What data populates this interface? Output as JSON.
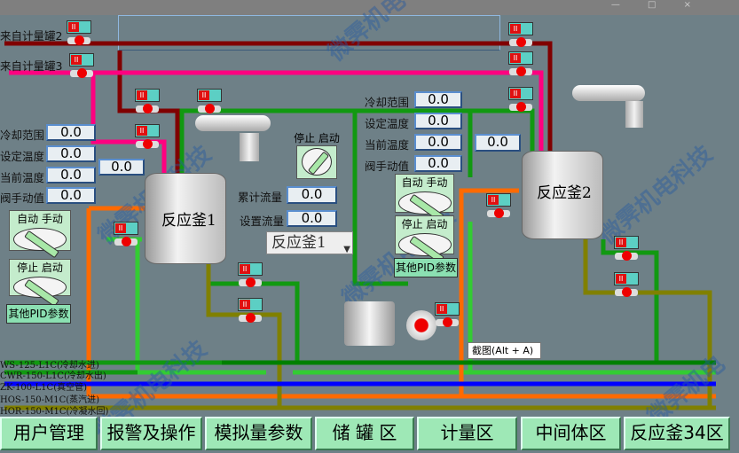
{
  "window": {
    "controls": "— □ ×"
  },
  "watermark": "微霁机电科技",
  "feed_labels": {
    "line2": "来自计量罐2",
    "line3": "来自计量罐3"
  },
  "reactor1": {
    "name": "反应釜1",
    "cooling_range_label": "冷却范围",
    "cooling_range": "0.0",
    "set_temp_label": "设定温度",
    "set_temp": "0.0",
    "cur_temp_label": "当前温度",
    "cur_temp": "0.0",
    "valve_manual_label": "阀手动值",
    "valve_manual": "0.0",
    "valve_reading": "0.0",
    "auto_manual_label": "自动 手动",
    "stop_start_label": "停止 启动",
    "pid_button": "其他PID参数"
  },
  "metering": {
    "stop_start_label": "停止 启动",
    "total_flow_label": "累计流量",
    "total_flow": "0.0",
    "set_flow_label": "设置流量",
    "set_flow": "0.0",
    "reactor_select": "反应釜1"
  },
  "reactor2": {
    "name": "反应釜2",
    "cooling_range_label": "冷却范围",
    "cooling_range": "0.0",
    "set_temp_label": "设定温度",
    "set_temp": "0.0",
    "cur_temp_label": "当前温度",
    "cur_temp": "0.0",
    "valve_manual_label": "阀手动值",
    "valve_manual": "0.0",
    "valve_reading": "0.0",
    "auto_manual_label": "自动 手动",
    "stop_start_label": "停止 启动",
    "pid_button": "其他PID参数"
  },
  "bus_lines": [
    "WS-125-L1C(冷却水进)",
    "CWR-150-L1C(冷却水出)",
    "ZK-100-L1C(真空管)",
    "HOS-150-M1C(蒸汽进)",
    "HOR-150-M1C(冷凝水回)"
  ],
  "tooltip": "截图(Alt + A)",
  "nav": [
    "用户管理",
    "报警及操作",
    "模拟量参数",
    "储 罐 区",
    "计量区",
    "中间体区",
    "反应釜34区"
  ],
  "colors": {
    "background": "#6e8087",
    "pipe_darkred": "#800000",
    "pipe_pink": "#ff0080",
    "pipe_green": "#008000",
    "pipe_lightgreen": "#33cc33",
    "pipe_blue": "#0000ff",
    "pipe_orange": "#ff6a00",
    "pipe_olive": "#808000",
    "nav_bg": "#9ee8b6"
  }
}
